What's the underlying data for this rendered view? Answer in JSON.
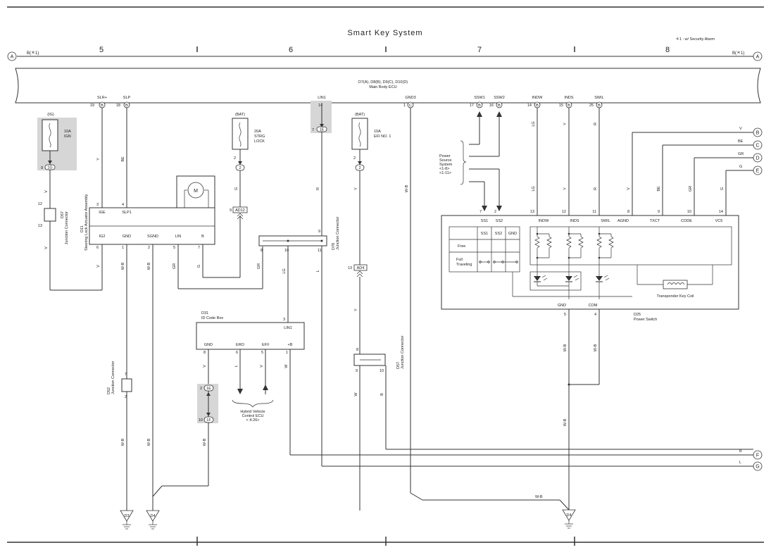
{
  "title": "Smart Key System",
  "note": "＊1 : w/ Security Alarm",
  "sections": [
    "5",
    "6",
    "7",
    "8"
  ],
  "bus": {
    "left_ref": "A",
    "left_label": "B(＊1)",
    "right_label": "B(＊1)",
    "right_ref": "A"
  },
  "main_ecu": {
    "codes": "D7(A), D8(B), D9(C), D10(D)",
    "name": "Main Body ECU",
    "pins": [
      {
        "label": "SLR+",
        "num": "19",
        "conn": "B"
      },
      {
        "label": "SLP",
        "num": "18",
        "conn": "B"
      },
      {
        "label": "LIN1",
        "num": "14",
        "conn": "1E"
      },
      {
        "label": "GND3",
        "num": "1",
        "conn": "C"
      },
      {
        "label": "SSW1",
        "num": "17",
        "conn": "B"
      },
      {
        "label": "SSW2",
        "num": "16",
        "conn": "B"
      },
      {
        "label": "INDW",
        "num": "14",
        "conn": "B"
      },
      {
        "label": "INDS",
        "num": "15",
        "conn": "B"
      },
      {
        "label": "SWIL",
        "num": "25",
        "conn": "B"
      }
    ]
  },
  "fuses": {
    "ig": {
      "source": "(IG)",
      "rating": "10A",
      "name": "IGN",
      "num": "9",
      "conn": "1G"
    },
    "strg": {
      "source": "(BAT)",
      "rating": "20A",
      "name": "STRG",
      "name2": "LOCK",
      "num": "2",
      "conn": "2"
    },
    "efi": {
      "source": "(BAT)",
      "rating": "10A",
      "name": "EFI NO. 1",
      "num": "2",
      "conn": "2"
    }
  },
  "lin_conn": {
    "num": "7",
    "conn": "1E"
  },
  "steering": {
    "code": "D11",
    "name": "Steering Lock Actuator Assembly",
    "top_pins": [
      "IGE",
      "SLP1"
    ],
    "top_nums": [
      "3",
      "4"
    ],
    "bottom_pins": [
      "IG2",
      "GND",
      "SGND",
      "LIN",
      "B"
    ],
    "bottom_nums": [
      "6",
      "1",
      "2",
      "5",
      "7"
    ],
    "motor": "M"
  },
  "d57": {
    "code": "D57",
    "name": "Junction Connector",
    "top_num": "12",
    "bottom_num": "13"
  },
  "d78": {
    "code": "D78",
    "name": "Junction Connector",
    "pins": [
      "9",
      "8",
      "10",
      "11"
    ]
  },
  "d52": {
    "code": "D52",
    "name": "Junction Connector",
    "pins": [
      "7",
      "2"
    ]
  },
  "d57b": {
    "code": "D57",
    "name": "Junction Connector",
    "pins": [
      "8",
      "9",
      "10"
    ]
  },
  "ad12": {
    "num": "9",
    "conn": "AD12"
  },
  "ad4": {
    "num": "13",
    "conn": "AD4"
  },
  "id_box": {
    "code": "D31",
    "name": "ID Code Box",
    "pins": [
      "GND",
      "ERO",
      "EFII",
      "+B"
    ],
    "nums": [
      "8",
      "6",
      "5",
      "1"
    ],
    "lin_label": "LIN1",
    "lin_num": "3"
  },
  "hybrid": {
    "line1": "Hybrid Vehicle",
    "line2": "Control ECU",
    "line3": "< 4-26>"
  },
  "power_source": {
    "line1": "Power",
    "line2": "Source",
    "line3": "System",
    "line4": "<1-8>",
    "line5": "<1-11>"
  },
  "power_switch": {
    "code": "D25",
    "name": "Power Switch",
    "top_pins": [
      "SS1",
      "SS2",
      "INDW",
      "INDS",
      "SWIL",
      "AGND",
      "TXCT",
      "CODE",
      "VC5"
    ],
    "top_nums": [
      "7",
      "2",
      "13",
      "12",
      "11",
      "8",
      "9",
      "10",
      "14"
    ],
    "bottom_pins": [
      "GND",
      "COM"
    ],
    "bottom_nums": [
      "5",
      "4"
    ],
    "table_headers": [
      "SS1",
      "SS2",
      "GND"
    ],
    "row1": "Free",
    "row2a": "Full",
    "row2b": "Traveling",
    "coil": "Transponder Key Coil"
  },
  "wire_colors": {
    "y": "Y",
    "be": "BE",
    "v": "V",
    "g": "G",
    "gr": "GR",
    "r": "R",
    "lg": "LG",
    "l": "L",
    "wb": "W-B",
    "w": "W",
    "b": "B"
  },
  "right_refs": [
    {
      "ref": "B",
      "color": "V"
    },
    {
      "ref": "C",
      "color": "BE"
    },
    {
      "ref": "D",
      "color": "GR"
    },
    {
      "ref": "E",
      "color": "G"
    },
    {
      "ref": "F",
      "color": "B"
    },
    {
      "ref": "G",
      "color": "L"
    }
  ],
  "sub_conn": {
    "a_num": "2",
    "a_conn": "1E",
    "b_num": "10",
    "b_conn": "1F"
  },
  "grounds": [
    "D3",
    "D4",
    "D4"
  ]
}
